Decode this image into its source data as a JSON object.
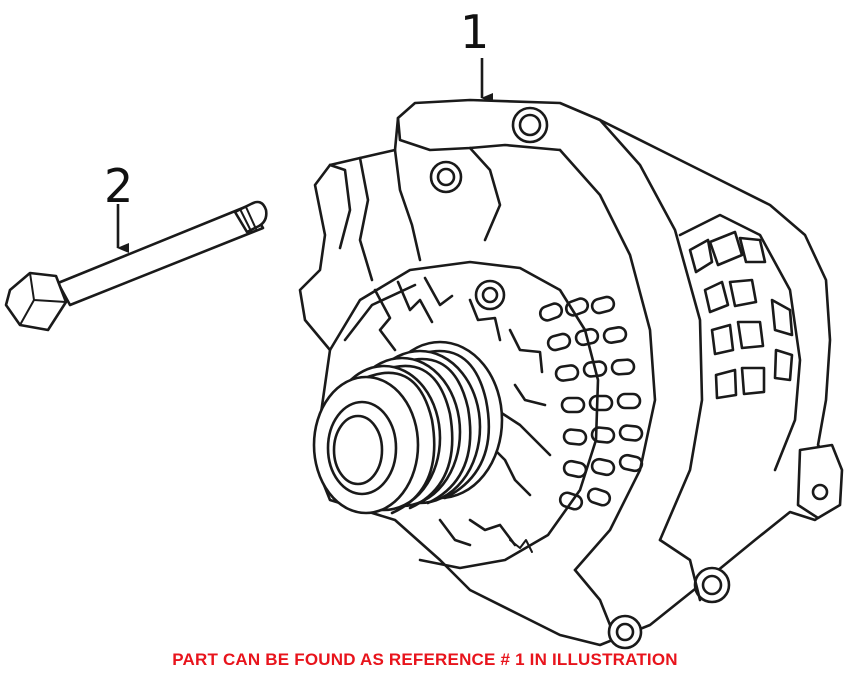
{
  "diagram": {
    "callouts": [
      {
        "number": "1",
        "part": "alternator"
      },
      {
        "number": "2",
        "part": "bolt"
      }
    ],
    "caption": {
      "text": "PART CAN BE FOUND AS REFERENCE # 1 IN ILLUSTRATION",
      "color": "#e8141c"
    },
    "line_color": "#1a1a1a",
    "background": "#ffffff"
  }
}
